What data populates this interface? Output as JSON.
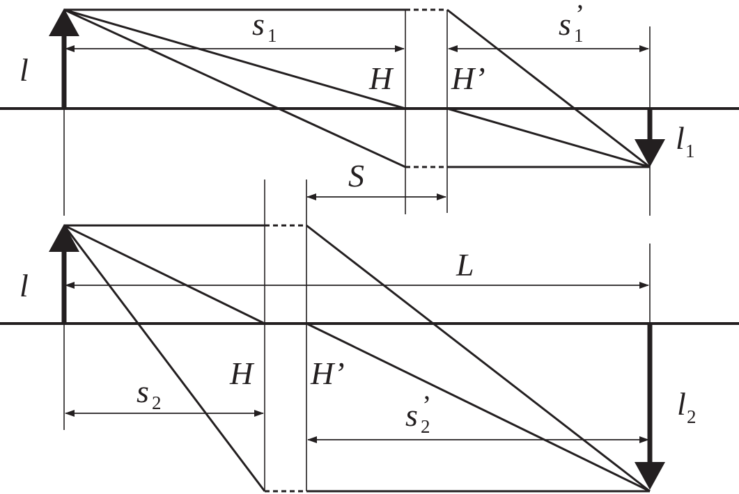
{
  "labels": {
    "top_object": "l",
    "top_s1": "s",
    "top_s1_sub": "1",
    "top_s1p": "s",
    "top_s1p_sub": "1",
    "top_s1p_prime": "’",
    "top_H": "H",
    "top_Hp": "H’",
    "top_image": "l",
    "top_image_sub": "1",
    "shift_S": "S",
    "bottom_object": "l",
    "bottom_L": "L",
    "bottom_H": "H",
    "bottom_Hp": "H’",
    "bottom_s2": "s",
    "bottom_s2_sub": "2",
    "bottom_s2p": "s",
    "bottom_s2p_sub": "2",
    "bottom_s2p_prime": "’",
    "bottom_image": "l",
    "bottom_image_sub": "2"
  },
  "colors": {
    "ink": "#231f20"
  }
}
